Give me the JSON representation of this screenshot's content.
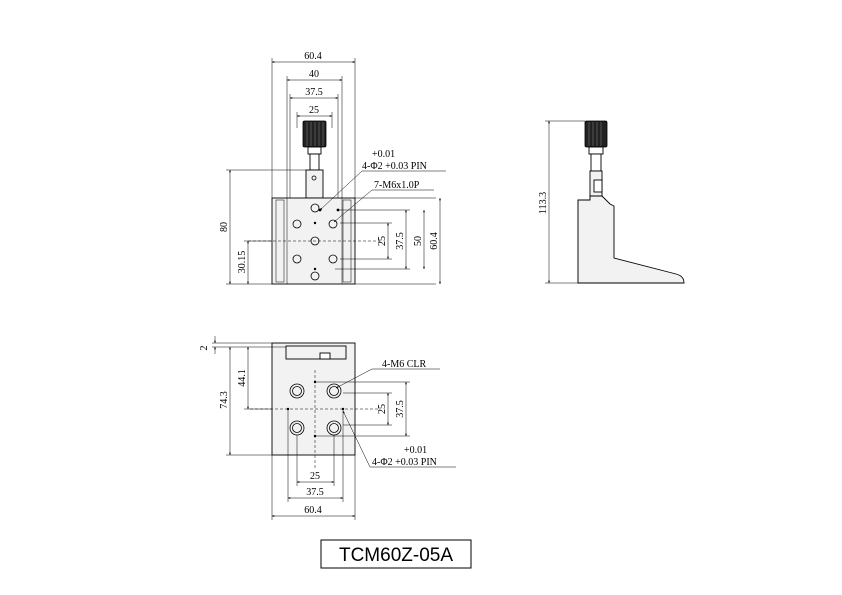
{
  "model": "TCM60Z-05A",
  "front_view": {
    "dim_total_width": "60.4",
    "dim_40": "40",
    "dim_37_5": "37.5",
    "dim_25": "25",
    "dim_height_80": "80",
    "dim_30_15": "30.15",
    "dim_right_25": "25",
    "dim_right_37_5": "37.5",
    "dim_right_50": "50",
    "dim_right_60_4": "60.4",
    "tol_upper": "+0.01",
    "pin_callout": "4-Φ2 +0.03 PIN",
    "thread_callout": "7-M6x1.0P"
  },
  "side_view": {
    "dim_height": "113.3"
  },
  "bottom_view": {
    "dim_2": "2",
    "dim_74_3": "74.3",
    "dim_44_1": "44.1",
    "clr_callout": "4-M6 CLR",
    "dim_right_25": "25",
    "dim_right_37_5": "37.5",
    "tol_upper": "+0.01",
    "pin_callout": "4-Φ2 +0.03 PIN",
    "dim_bottom_25": "25",
    "dim_bottom_37_5": "37.5",
    "dim_bottom_60_4": "60.4"
  },
  "icons": {
    "arrowhead": "arrowhead-icon"
  }
}
